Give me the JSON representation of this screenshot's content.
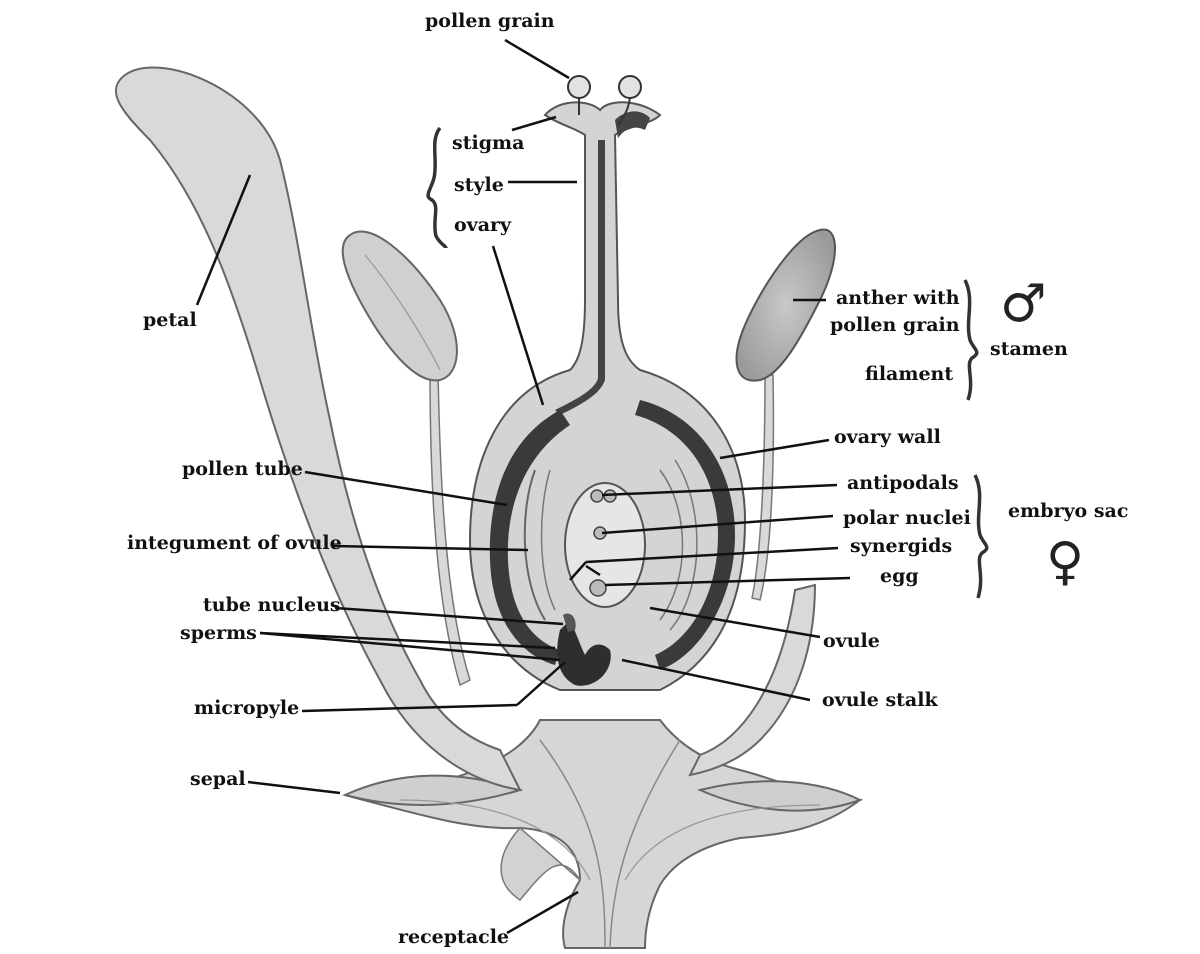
{
  "labels": {
    "pollen_grain": "pollen grain",
    "stigma": "stigma",
    "style": "style",
    "ovary": "ovary",
    "petal": "petal",
    "anther_line1": "anther  with",
    "anther_line2": "pollen grain",
    "filament": "filament",
    "stamen": "stamen",
    "ovary_wall": "ovary wall",
    "pollen_tube": "pollen tube",
    "antipodals": "antipodals",
    "polar_nuclei": "polar nuclei",
    "synergids": "synergids",
    "egg": "egg",
    "embryo_sac": "embryo sac",
    "integument": "integument of ovule",
    "tube_nucleus": "tube nucleus",
    "sperms": "sperms",
    "ovule": "ovule",
    "micropyle": "micropyle",
    "ovule_stalk": "ovule stalk",
    "sepal": "sepal",
    "receptacle": "receptacle"
  },
  "symbols": {
    "male": "♂",
    "female": "♀"
  },
  "colors": {
    "tissue_fill": "#d9d9d9",
    "tissue_stroke": "#666666",
    "dark_layer": "#3a3a3a",
    "line": "#111111"
  }
}
